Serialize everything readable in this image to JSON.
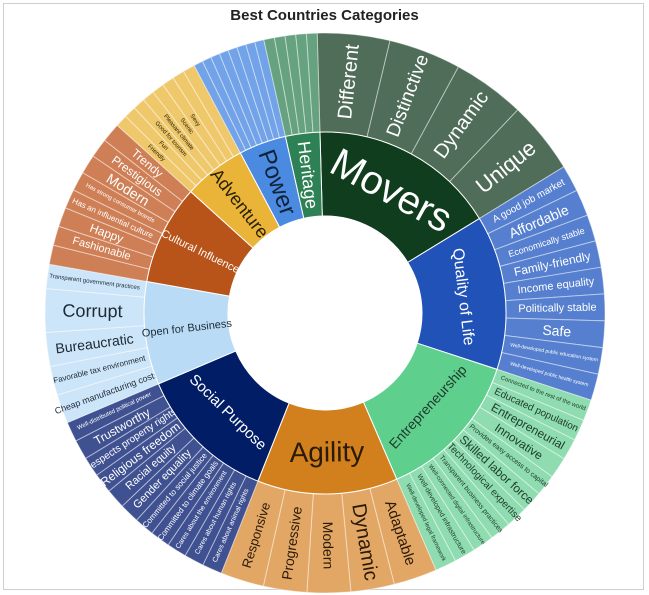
{
  "chart_data": {
    "type": "sunburst",
    "title": "Best Countries Categories",
    "parents": [
      {
        "label": "Movers",
        "color": "#0f3d1e",
        "child_color": "#4f6d58",
        "text": "#ffffff",
        "child_text": "#ffffff",
        "orient": "tangential",
        "children": [
          {
            "label": "Different",
            "value": 15
          },
          {
            "label": "Distinctive",
            "value": 15
          },
          {
            "label": "Dynamic",
            "value": 15
          },
          {
            "label": "Unique",
            "value": 15
          }
        ]
      },
      {
        "label": "Quality of Life",
        "color": "#2152b8",
        "child_color": "#5680cf",
        "text": "#ffffff",
        "child_text": "#ffffff",
        "orient": "tangential",
        "children": [
          {
            "label": "A good job market",
            "value": 5.5
          },
          {
            "label": "Affordable",
            "value": 5.5
          },
          {
            "label": "Economically stable",
            "value": 5.5
          },
          {
            "label": "Family-friendly",
            "value": 5.5
          },
          {
            "label": "Income equality",
            "value": 5.5
          },
          {
            "label": "Politically stable",
            "value": 5.5
          },
          {
            "label": "Safe",
            "value": 5.5
          },
          {
            "label": "Well-developed public education system",
            "value": 5.5
          },
          {
            "label": "Well-developed public health system",
            "value": 5.5
          }
        ]
      },
      {
        "label": "Entrepreneurship",
        "color": "#5ecf8d",
        "child_color": "#8edcb0",
        "text": "#1f3a2a",
        "child_text": "#1f3a2a",
        "orient": "tangential",
        "children": [
          {
            "label": "Connected to the rest of the world",
            "value": 4.4
          },
          {
            "label": "Educated population",
            "value": 4.4
          },
          {
            "label": "Entrepreneurial",
            "value": 4.4
          },
          {
            "label": "Innovative",
            "value": 4.4
          },
          {
            "label": "Provides easy access to capital",
            "value": 4.4
          },
          {
            "label": "Skilled labor force",
            "value": 4.4
          },
          {
            "label": "Technological expertise",
            "value": 4.4
          },
          {
            "label": "Transparent business practices",
            "value": 4.4
          },
          {
            "label": "Well-connected digital infrastructure",
            "value": 4.4
          },
          {
            "label": "Well-developed infrastructure",
            "value": 4.4
          },
          {
            "label": "Well-developed legal framework",
            "value": 4.4
          }
        ]
      },
      {
        "label": "Agility",
        "color": "#d2801e",
        "child_color": "#e2a765",
        "text": "#2a1a08",
        "child_text": "#2a1a08",
        "orient": "tangential",
        "children": [
          {
            "label": "Adaptable",
            "value": 9
          },
          {
            "label": "Dynamic",
            "value": 9
          },
          {
            "label": "Modern",
            "value": 9
          },
          {
            "label": "Progressive",
            "value": 9
          },
          {
            "label": "Responsive",
            "value": 9
          }
        ]
      },
      {
        "label": "Social Purpose",
        "color": "#011d66",
        "child_color": "#3f5190",
        "text": "#ffffff",
        "child_text": "#ffffff",
        "orient": "tangential",
        "children": [
          {
            "label": "Cares about animal rights",
            "value": 4.1
          },
          {
            "label": "Cares about human rights",
            "value": 4.1
          },
          {
            "label": "Cares about the environment",
            "value": 4.1
          },
          {
            "label": "Committed to climate goals",
            "value": 4.1
          },
          {
            "label": "Committed to social justice",
            "value": 4.1
          },
          {
            "label": "Gender equality",
            "value": 4.1
          },
          {
            "label": "Racial equity",
            "value": 4.1
          },
          {
            "label": "Religious freedom",
            "value": 4.1
          },
          {
            "label": "Respects property rights",
            "value": 4.1
          },
          {
            "label": "Trustworthy",
            "value": 4.1
          },
          {
            "label": "Well-distributed political power",
            "value": 4.1
          }
        ]
      },
      {
        "label": "Open for Business",
        "color": "#b9dbf5",
        "child_color": "#cde5f8",
        "text": "#1d2a36",
        "child_text": "#1d2a36",
        "orient": "radial",
        "children": [
          {
            "label": "Cheap manufacturing costs",
            "value": 6
          },
          {
            "label": "Favorable tax environment",
            "value": 6
          },
          {
            "label": "Bureaucratic",
            "value": 7
          },
          {
            "label": "Corrupt",
            "value": 9
          },
          {
            "label": "Transparent government practices",
            "value": 5
          }
        ]
      },
      {
        "label": "Cultural Influence",
        "color": "#b8531a",
        "child_color": "#cf7f56",
        "text": "#ffffff",
        "child_text": "#ffffff",
        "orient": "radial",
        "children": [
          {
            "label": "",
            "value": 4
          },
          {
            "label": "Fashionable",
            "value": 4
          },
          {
            "label": "Happy",
            "value": 4
          },
          {
            "label": "Has an influential culture",
            "value": 4
          },
          {
            "label": "Has strong consumer brands",
            "value": 4
          },
          {
            "label": "Modern",
            "value": 4
          },
          {
            "label": "Prestigious",
            "value": 4
          },
          {
            "label": "Trendy",
            "value": 4
          }
        ]
      },
      {
        "label": "Adventure",
        "color": "#e9b437",
        "child_color": "#efc86b",
        "text": "#2a2108",
        "child_text": "#2a2108",
        "orient": "radial",
        "children": [
          {
            "label": "Friendly",
            "value": 2.5
          },
          {
            "label": "Fun",
            "value": 2.5
          },
          {
            "label": "Good for tourism",
            "value": 2.5
          },
          {
            "label": "Pleasant climate",
            "value": 2.5
          },
          {
            "label": "Scenic",
            "value": 2.5
          },
          {
            "label": "Sexy",
            "value": 2.5
          },
          {
            "label": "",
            "value": 2.5
          },
          {
            "label": "",
            "value": 2.5
          }
        ]
      },
      {
        "label": "Power",
        "color": "#4a8ae0",
        "child_color": "#72a2e7",
        "text": "#12223a",
        "child_text": "#ffffff",
        "orient": "radial",
        "children": [
          {
            "label": "",
            "value": 1.9
          },
          {
            "label": "",
            "value": 1.9
          },
          {
            "label": "",
            "value": 1.9
          },
          {
            "label": "",
            "value": 1.9
          },
          {
            "label": "",
            "value": 1.9
          },
          {
            "label": "",
            "value": 1.9
          },
          {
            "label": "",
            "value": 1.9
          },
          {
            "label": "",
            "value": 1.9
          }
        ]
      },
      {
        "label": "Heritage",
        "color": "#2e8055",
        "child_color": "#66a27f",
        "text": "#ffffff",
        "child_text": "#ffffff",
        "orient": "radial",
        "children": [
          {
            "label": "",
            "value": 2.2
          },
          {
            "label": "",
            "value": 2.2
          },
          {
            "label": "",
            "value": 2.2
          },
          {
            "label": "",
            "value": 2.2
          },
          {
            "label": "",
            "value": 2.2
          }
        ]
      }
    ]
  }
}
